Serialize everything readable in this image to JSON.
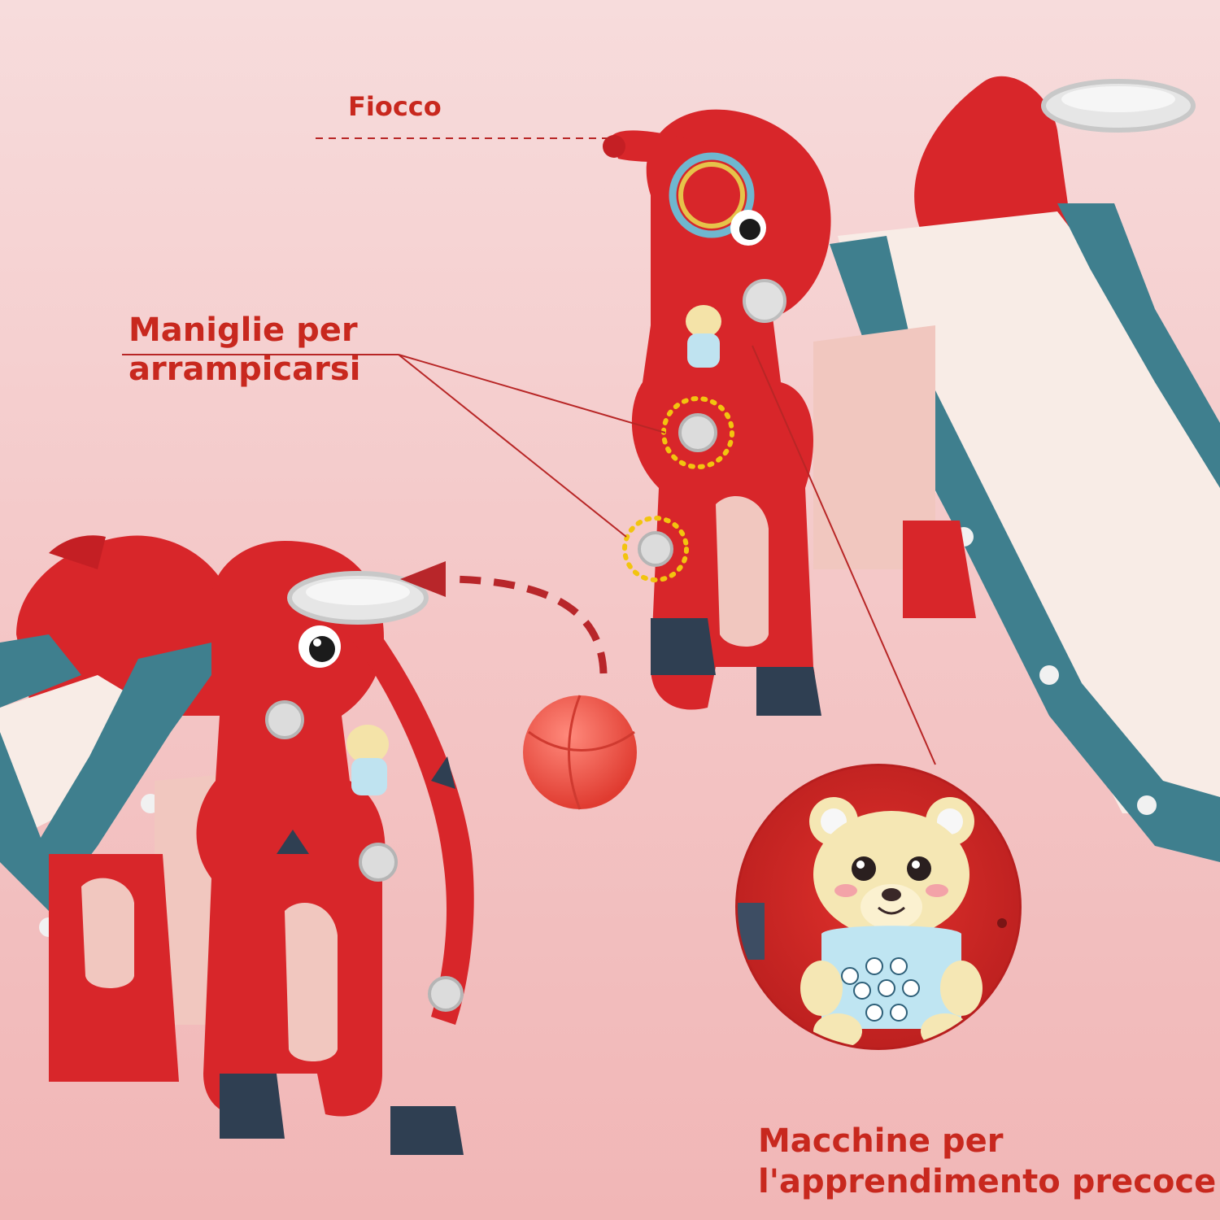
{
  "annotations": {
    "fiocco": "Fiocco",
    "maniglie_line1": "Maniglie per",
    "maniglie_line2": "arrampicarsi",
    "macchine_line1": "Macchine per",
    "macchine_line2": "l'apprendimento precoce"
  },
  "colors": {
    "accent_red": "#c8281e",
    "toy_red": "#d8262a",
    "slide_teal": "#3f7f8e",
    "slide_surface": "#f8ece6",
    "handle_grey": "#dcdcdc",
    "ball_red": "#f0554a",
    "highlight_yellow": "#f2c40f"
  }
}
